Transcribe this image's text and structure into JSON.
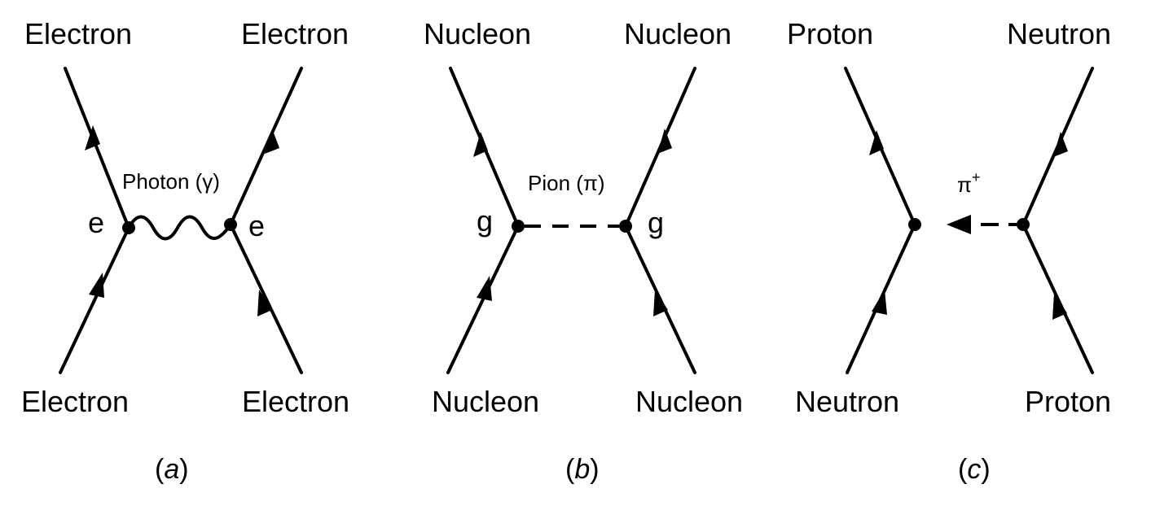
{
  "panel_a": {
    "top_left": "Electron",
    "top_right": "Electron",
    "bottom_left": "Electron",
    "bottom_right": "Electron",
    "exchange": "Photon (γ)",
    "vertex_left": "e",
    "vertex_right": "e",
    "caption_open": "(",
    "caption_letter": "a",
    "caption_close": ")"
  },
  "panel_b": {
    "top_left": "Nucleon",
    "top_right": "Nucleon",
    "bottom_left": "Nucleon",
    "bottom_right": "Nucleon",
    "exchange": "Pion (π)",
    "vertex_left": "g",
    "vertex_right": "g",
    "caption_open": "(",
    "caption_letter": "b",
    "caption_close": ")"
  },
  "panel_c": {
    "top_left": "Proton",
    "top_right": "Neutron",
    "bottom_left": "Neutron",
    "bottom_right": "Proton",
    "exchange_base": "π",
    "exchange_sup": "+",
    "caption_open": "(",
    "caption_letter": "c",
    "caption_close": ")"
  }
}
